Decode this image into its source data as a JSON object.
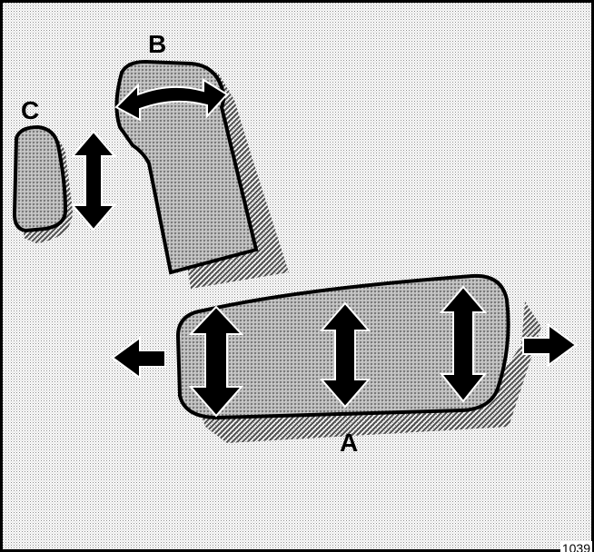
{
  "labels": {
    "cushion": "A",
    "backrest": "B",
    "lumbar": "C"
  },
  "reference_number": "1039",
  "colors": {
    "background_dots": "#9a9a9a",
    "fill": "#b8b8b8",
    "ink": "#000000",
    "border": "#000000"
  },
  "icons": {
    "cushion_forward": "arrow-left-icon",
    "cushion_backward": "arrow-right-icon",
    "cushion_height": "double-arrow-vertical-icon",
    "backrest_tilt": "curved-double-arrow-icon",
    "lumbar_height": "double-arrow-vertical-icon"
  }
}
